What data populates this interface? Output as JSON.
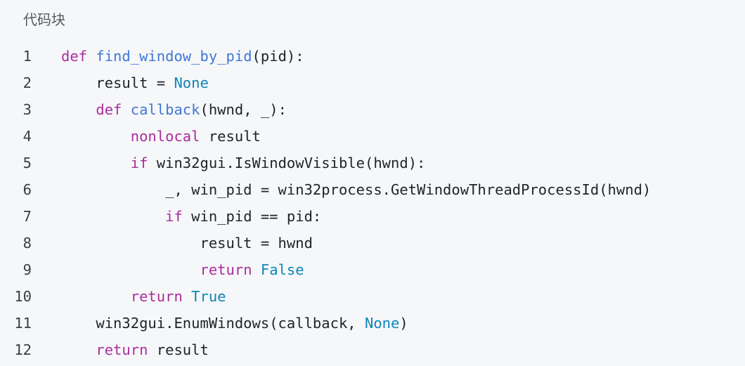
{
  "header": {
    "label": "代码块"
  },
  "colors": {
    "background": "#f6f7f9",
    "keyword": "#ab2d9c",
    "function": "#3f77d7",
    "constant": "#0e84ba",
    "text": "#1f2328",
    "line_number": "#3a3f45"
  },
  "code": {
    "lines": [
      {
        "number": "1",
        "tokens": [
          {
            "text": "def",
            "type": "kw"
          },
          {
            "text": " ",
            "type": "plain"
          },
          {
            "text": "find_window_by_pid",
            "type": "fn"
          },
          {
            "text": "(pid):",
            "type": "plain"
          }
        ]
      },
      {
        "number": "2",
        "tokens": [
          {
            "text": "    result = ",
            "type": "plain"
          },
          {
            "text": "None",
            "type": "const"
          }
        ]
      },
      {
        "number": "3",
        "tokens": [
          {
            "text": "    ",
            "type": "plain"
          },
          {
            "text": "def",
            "type": "kw"
          },
          {
            "text": " ",
            "type": "plain"
          },
          {
            "text": "callback",
            "type": "fn"
          },
          {
            "text": "(hwnd, _):",
            "type": "plain"
          }
        ]
      },
      {
        "number": "4",
        "tokens": [
          {
            "text": "        ",
            "type": "plain"
          },
          {
            "text": "nonlocal",
            "type": "kw"
          },
          {
            "text": " result",
            "type": "plain"
          }
        ]
      },
      {
        "number": "5",
        "tokens": [
          {
            "text": "        ",
            "type": "plain"
          },
          {
            "text": "if",
            "type": "kw"
          },
          {
            "text": " win32gui.IsWindowVisible(hwnd):",
            "type": "plain"
          }
        ]
      },
      {
        "number": "6",
        "tokens": [
          {
            "text": "            _, win_pid = win32process.GetWindowThreadProcessId(hwnd)",
            "type": "plain"
          }
        ]
      },
      {
        "number": "7",
        "tokens": [
          {
            "text": "            ",
            "type": "plain"
          },
          {
            "text": "if",
            "type": "kw"
          },
          {
            "text": " win_pid == pid:",
            "type": "plain"
          }
        ]
      },
      {
        "number": "8",
        "tokens": [
          {
            "text": "                result = hwnd",
            "type": "plain"
          }
        ]
      },
      {
        "number": "9",
        "tokens": [
          {
            "text": "                ",
            "type": "plain"
          },
          {
            "text": "return",
            "type": "kw"
          },
          {
            "text": " ",
            "type": "plain"
          },
          {
            "text": "False",
            "type": "const"
          }
        ]
      },
      {
        "number": "10",
        "tokens": [
          {
            "text": "        ",
            "type": "plain"
          },
          {
            "text": "return",
            "type": "kw"
          },
          {
            "text": " ",
            "type": "plain"
          },
          {
            "text": "True",
            "type": "const"
          }
        ]
      },
      {
        "number": "11",
        "tokens": [
          {
            "text": "    win32gui.EnumWindows(callback, ",
            "type": "plain"
          },
          {
            "text": "None",
            "type": "const"
          },
          {
            "text": ")",
            "type": "plain"
          }
        ]
      },
      {
        "number": "12",
        "tokens": [
          {
            "text": "    ",
            "type": "plain"
          },
          {
            "text": "return",
            "type": "kw"
          },
          {
            "text": " result",
            "type": "plain"
          }
        ]
      }
    ]
  }
}
